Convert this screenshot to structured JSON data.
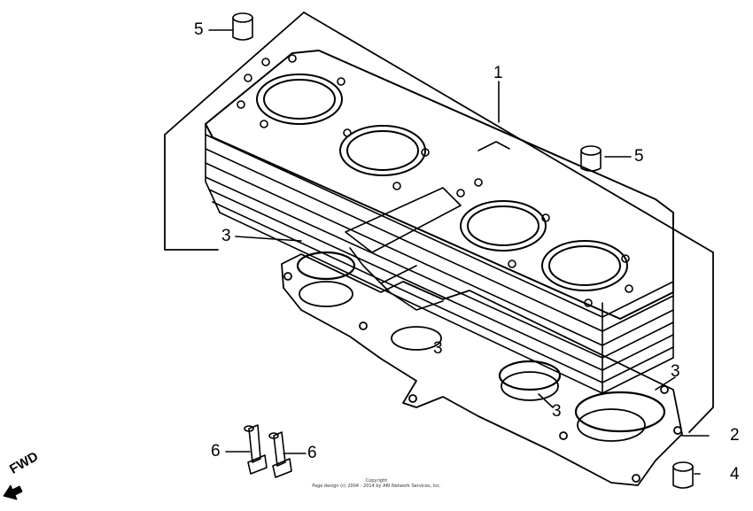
{
  "callouts": {
    "c1": "1",
    "c2": "2",
    "c3a": "3",
    "c3b": "3",
    "c3c": "3",
    "c3d": "3",
    "c4": "4",
    "c5a": "5",
    "c5b": "5",
    "c6a": "6",
    "c6b": "6"
  },
  "direction": "FWD",
  "copyright": {
    "line1": "Copyright",
    "line2": "Page design (c) 2004 - 2014 by ARI Network Services, Inc."
  }
}
